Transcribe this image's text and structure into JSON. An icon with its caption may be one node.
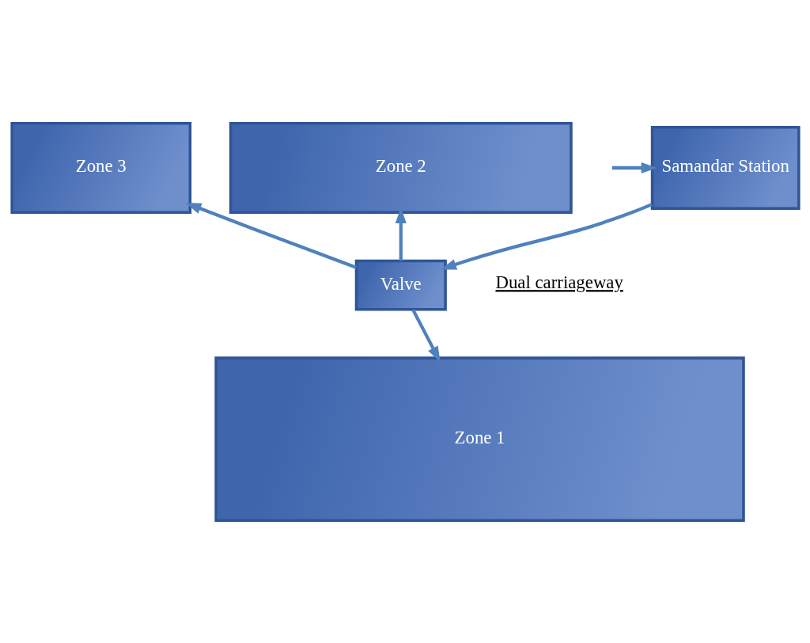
{
  "diagram": {
    "nodes": [
      {
        "text": [
          "Zone 3"
        ]
      },
      {
        "text": [
          "Zone 2"
        ]
      },
      {
        "text": [
          "Valve"
        ]
      },
      {
        "text": [
          "Samandar Station"
        ]
      },
      {
        "text": [
          "Zone 1"
        ]
      }
    ],
    "edges": [
      {
        "from": 2,
        "to": 0,
        "arrow": "to"
      },
      {
        "from": 2,
        "to": 1,
        "arrow": "to"
      },
      {
        "from": 2,
        "to": 4,
        "arrow": "to"
      },
      {
        "from": 3,
        "to": 2,
        "arrow": "to"
      },
      {
        "from": null,
        "to": 3,
        "arrow": "to"
      }
    ],
    "labels": [
      "Dual carriageway"
    ]
  }
}
